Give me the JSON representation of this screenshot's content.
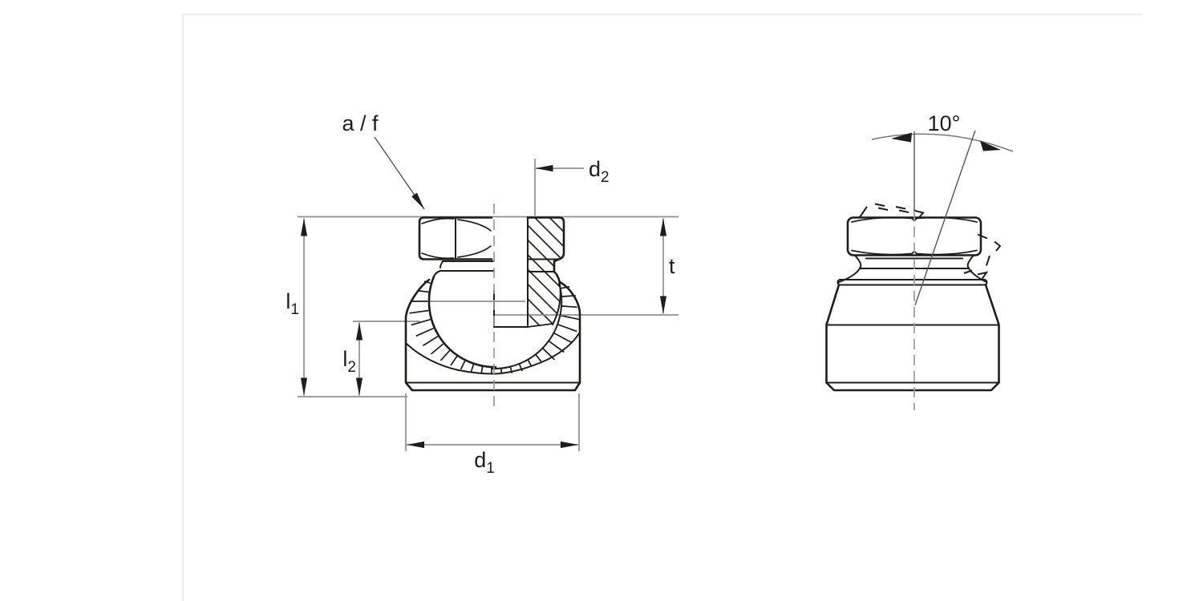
{
  "drawing": {
    "title": "swivel-thrust-pad-technical-drawing",
    "labels": {
      "across_flats": "a / f",
      "thread_dia_base": "d",
      "thread_dia_sub": "2",
      "thread_depth": "t",
      "overall_height_base": "l",
      "overall_height_sub": "1",
      "pad_height_base": "l",
      "pad_height_sub": "2",
      "pad_dia_base": "d",
      "pad_dia_sub": "1",
      "swivel_angle": "10°"
    },
    "colors": {
      "ink": "#1d1d1b",
      "dim_line": "#8f8f8f",
      "centerline": "#9a9a9a",
      "panel_border": "#e8e8e8",
      "background": "#ffffff"
    }
  }
}
